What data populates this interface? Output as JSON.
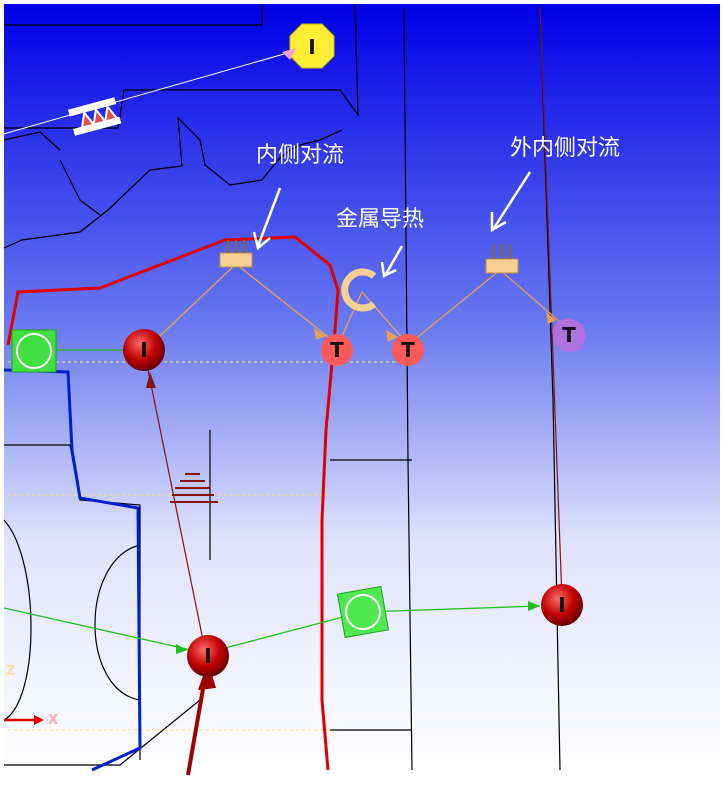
{
  "annotations": {
    "inner_convection": "内侧对流",
    "metal_conduction": "金属导热",
    "outer_inner_convection": "外内侧对流"
  },
  "node_labels": {
    "temperature": "T",
    "input": "I"
  },
  "axes": {
    "x": "X",
    "z": "Z"
  },
  "colors": {
    "background_top": "#0000e6",
    "background_bottom": "#ffffff",
    "inner_wall": "#e00000",
    "outer_wall": "#0020d0",
    "thermal_link": "#e8a050",
    "flow_link": "#20c020",
    "temp_node": "#ff5a5a",
    "temp_node_outer": "#b070e0",
    "input_node": "#c00000",
    "convection_block": "#f5d090"
  }
}
